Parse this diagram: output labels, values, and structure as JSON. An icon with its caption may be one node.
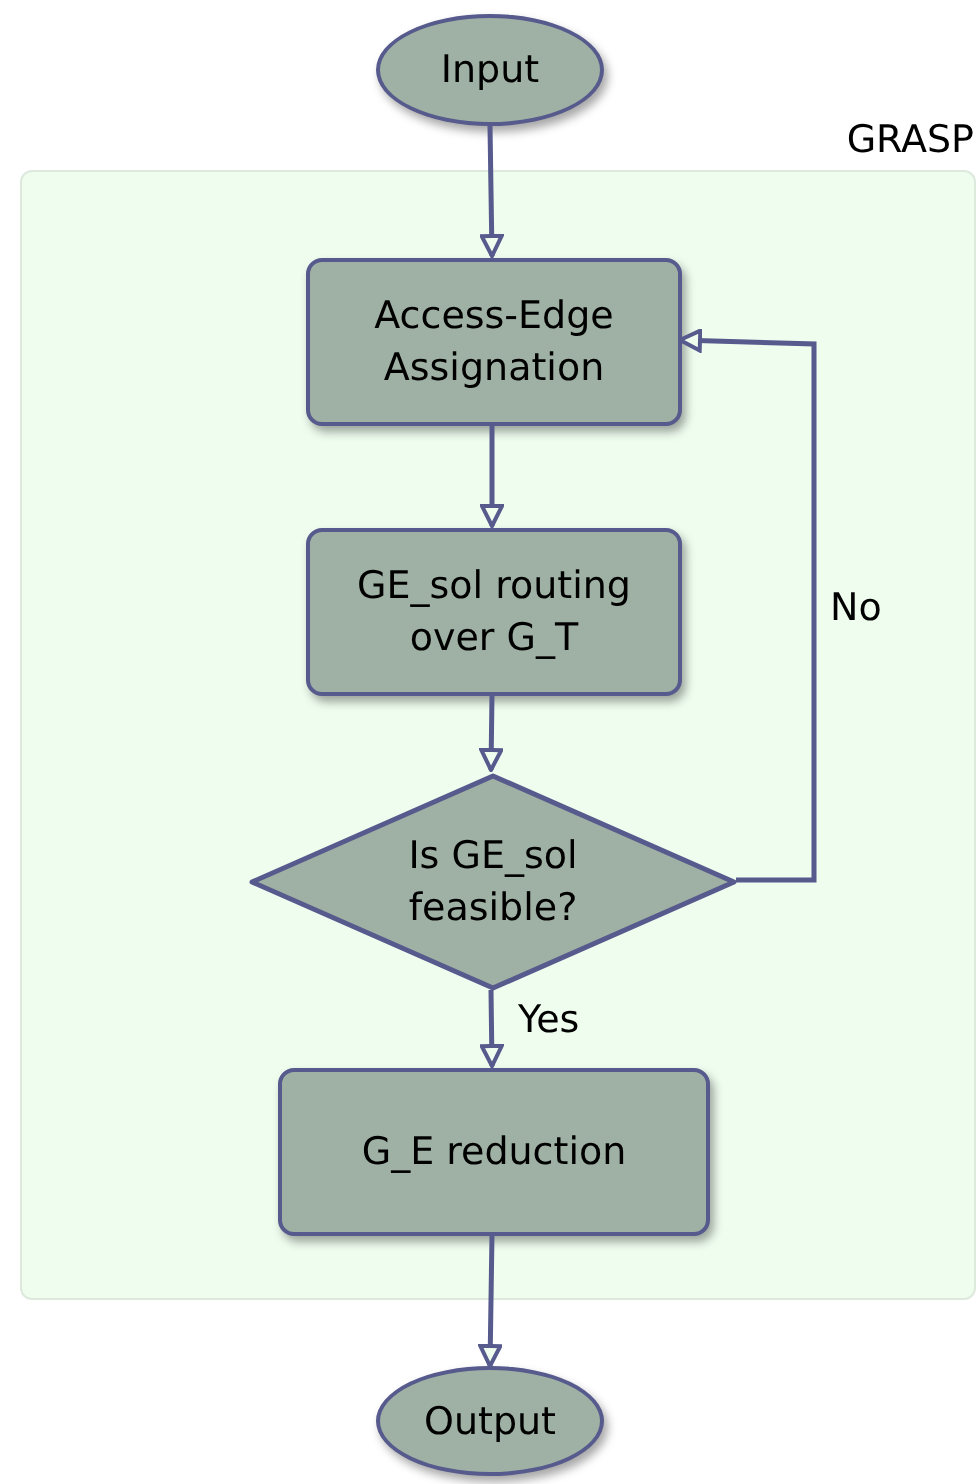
{
  "diagram": {
    "nodes": [
      {
        "text": [
          "Input"
        ]
      },
      {
        "text": [
          "GRASP"
        ]
      },
      {
        "text": [
          "Access-Edge Assignation"
        ],
        "in": 1
      },
      {
        "text": [
          "GE_sol routing over G_T"
        ],
        "in": 1
      },
      {
        "text": [
          "Is GE_sol feasible?"
        ],
        "in": 1
      },
      {
        "text": [
          "G_E reduction"
        ],
        "in": 1
      },
      {
        "text": [
          "Output"
        ]
      }
    ],
    "edges": [
      {
        "from": 0,
        "to": 2,
        "arrow": "to"
      },
      {
        "from": 2,
        "to": 3,
        "arrow": "to"
      },
      {
        "from": 3,
        "to": 4,
        "arrow": "to"
      },
      {
        "from": 4,
        "to": 2,
        "arrow": "to",
        "label": "No"
      },
      {
        "from": 4,
        "to": 5,
        "arrow": "to",
        "label": "Yes"
      },
      {
        "from": 5,
        "to": 6,
        "arrow": "to"
      }
    ]
  }
}
